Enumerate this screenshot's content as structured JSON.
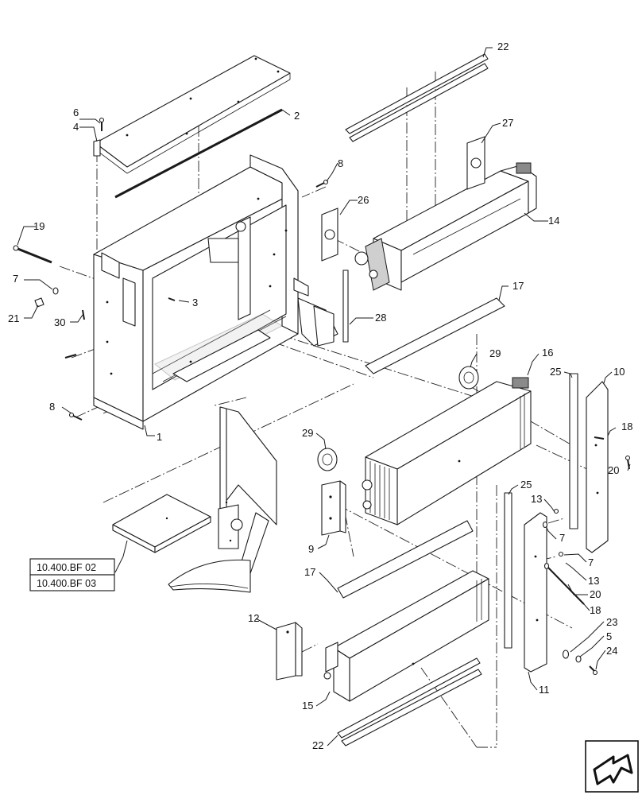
{
  "callouts": {
    "c1": "1",
    "c2": "2",
    "c3": "3",
    "c4": "4",
    "c5": "5",
    "c6": "6",
    "c7a": "7",
    "c7b": "7",
    "c7c": "7",
    "c8a": "8",
    "c8b": "8",
    "c9": "9",
    "c10": "10",
    "c11": "11",
    "c12": "12",
    "c13a": "13",
    "c13b": "13",
    "c14": "14",
    "c15": "15",
    "c16": "16",
    "c17a": "17",
    "c17b": "17",
    "c18a": "18",
    "c18b": "18",
    "c19": "19",
    "c20a": "20",
    "c20b": "20",
    "c21": "21",
    "c22a": "22",
    "c22b": "22",
    "c23": "23",
    "c24": "24",
    "c25a": "25",
    "c25b": "25",
    "c26": "26",
    "c27": "27",
    "c28": "28",
    "c29a": "29",
    "c29b": "29",
    "c30": "30"
  },
  "references": {
    "ref1": "10.400.BF 02",
    "ref2": "10.400.BF 03"
  },
  "nav_icon": "next-page-arrow-icon"
}
